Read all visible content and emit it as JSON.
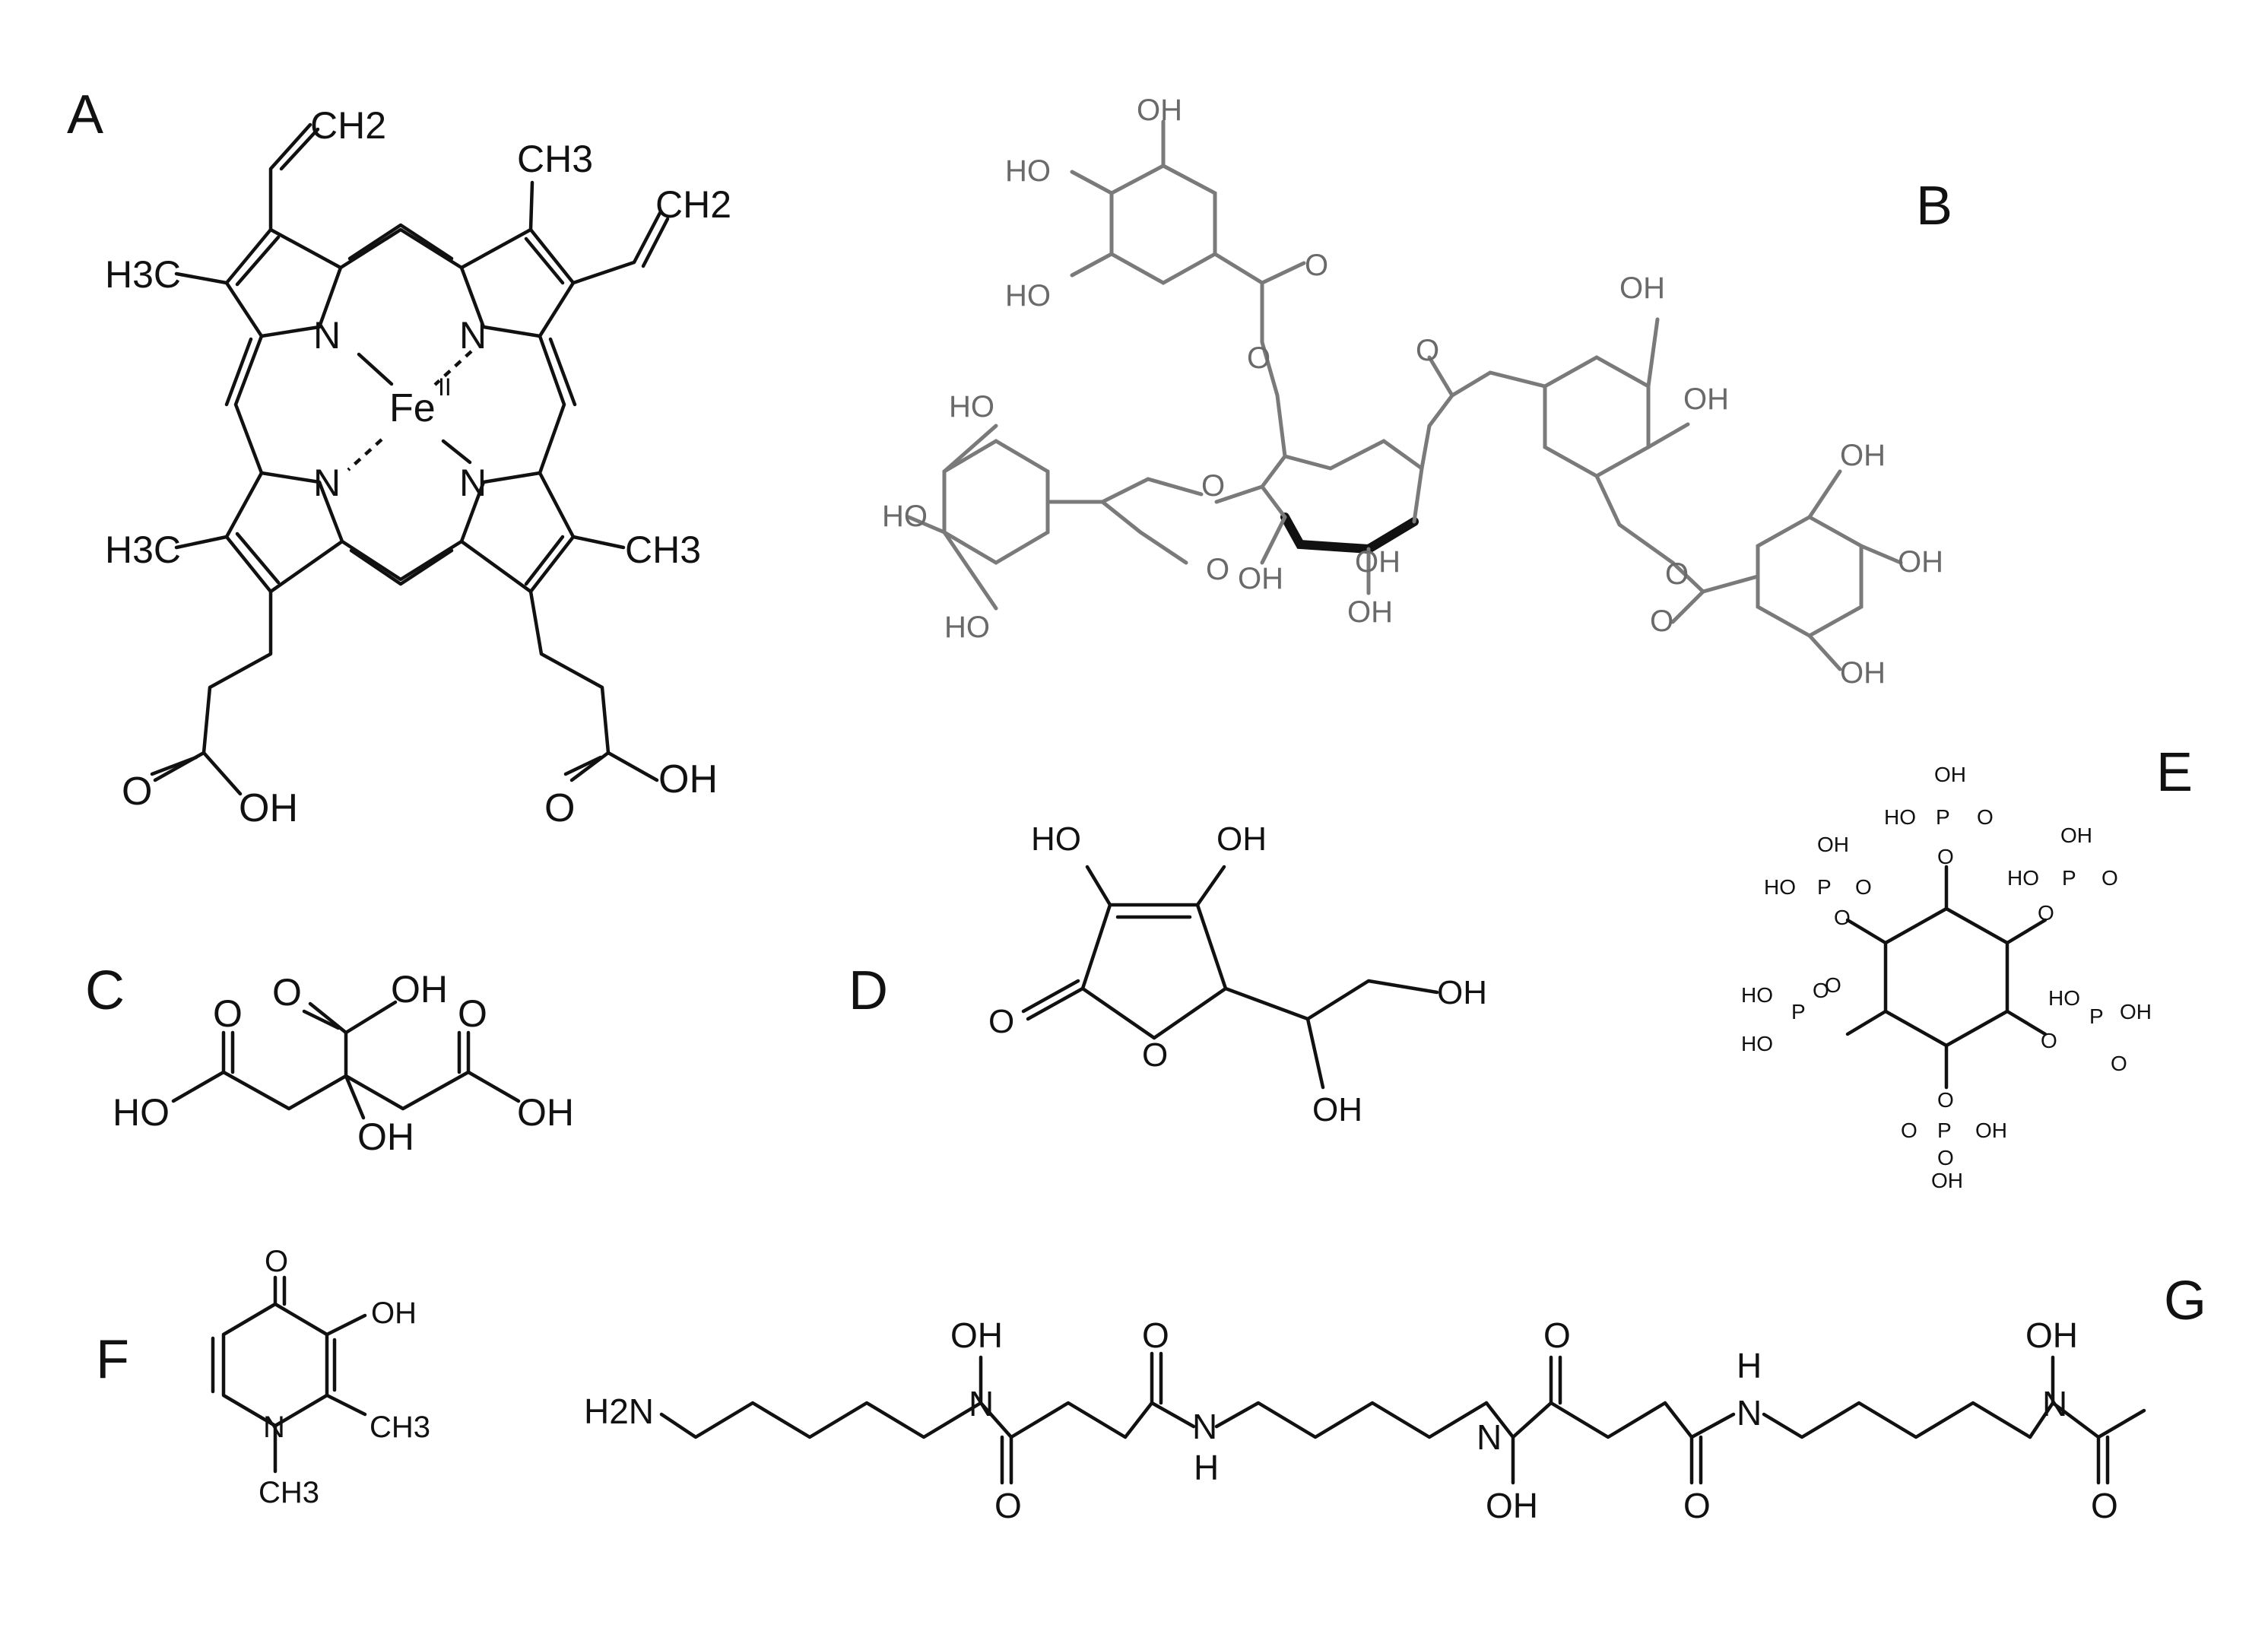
{
  "colors": {
    "ink": "#111111",
    "ink_b": "#6a6a6a",
    "background": "#ffffff"
  },
  "panels": [
    {
      "id": "A",
      "label": "A",
      "atoms": [
        "CH2",
        "CH3",
        "CH2",
        "H3C",
        "N",
        "N",
        "Fe",
        "II",
        "N",
        "N",
        "H3C",
        "CH3",
        "O",
        "OH",
        "O",
        "OH"
      ]
    },
    {
      "id": "B",
      "label": "B",
      "atoms": [
        "OH",
        "HO",
        "HO",
        "O",
        "O",
        "OH",
        "OH",
        "HO",
        "HO",
        "O",
        "OH",
        "O",
        "O",
        "HO",
        "OH",
        "OH",
        "O",
        "O",
        "OH",
        "OH",
        "OH"
      ]
    },
    {
      "id": "C",
      "label": "C",
      "atoms": [
        "O",
        "OH",
        "O",
        "O",
        "HO",
        "OH",
        "OH"
      ]
    },
    {
      "id": "D",
      "label": "D",
      "atoms": [
        "HO",
        "OH",
        "O",
        "O",
        "OH",
        "OH"
      ]
    },
    {
      "id": "E",
      "label": "E",
      "atoms": [
        "OH",
        "HO",
        "P",
        "O",
        "OH",
        "HO",
        "P",
        "O",
        "OH",
        "HO",
        "P",
        "O",
        "O",
        "O",
        "O",
        "O",
        "HO",
        "P",
        "O",
        "HO",
        "HO",
        "P",
        "O",
        "OH",
        "O",
        "O",
        "O",
        "O",
        "P",
        "OH",
        "OH"
      ]
    },
    {
      "id": "F",
      "label": "F",
      "atoms": [
        "O",
        "OH",
        "N",
        "CH3",
        "CH3"
      ]
    },
    {
      "id": "G",
      "label": "G",
      "atoms": [
        "H2N",
        "OH",
        "N",
        "O",
        "O",
        "N",
        "H",
        "O",
        "N",
        "OH",
        "O",
        "H",
        "N",
        "OH",
        "N",
        "O"
      ]
    }
  ]
}
